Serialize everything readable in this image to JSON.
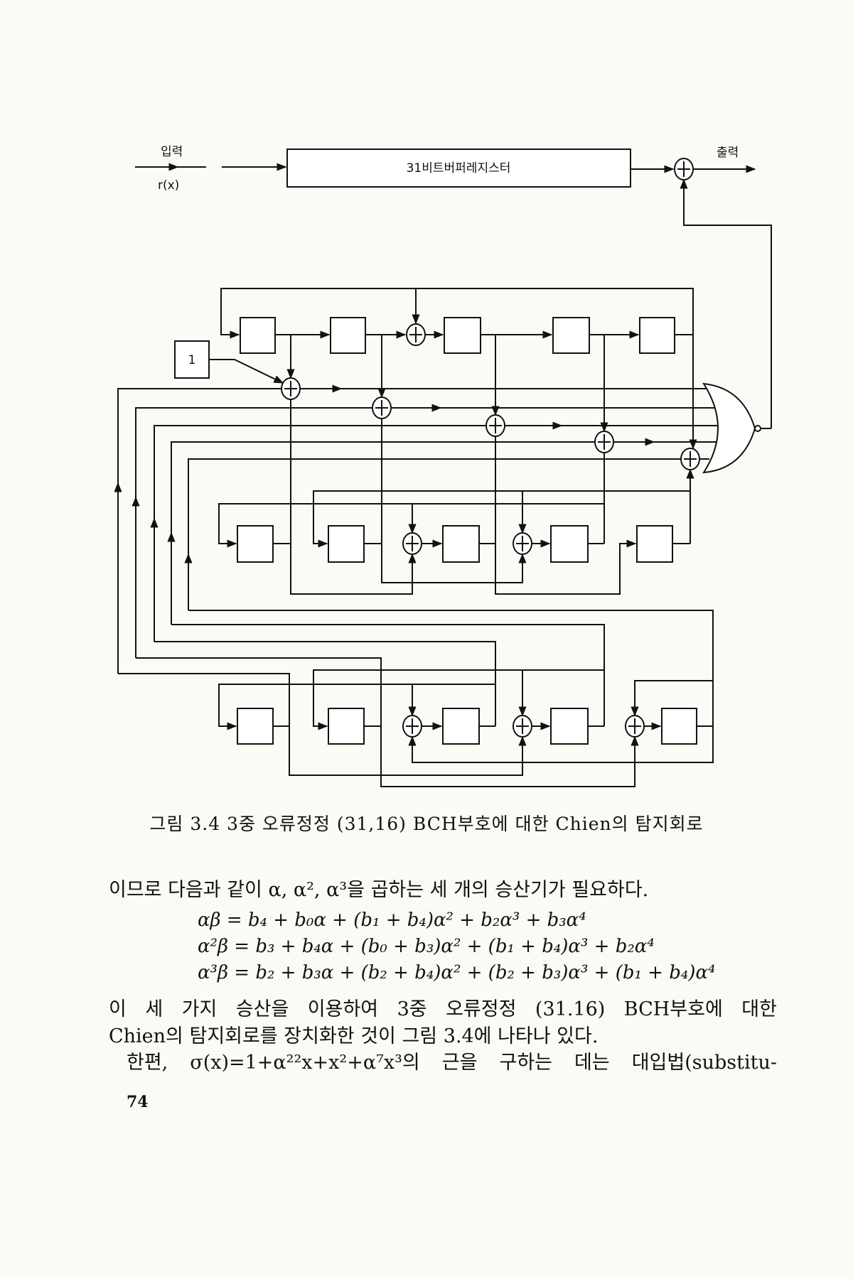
{
  "figure": {
    "input_label": "입력",
    "input_signal": "r(x)",
    "buffer_label": "31비트버퍼레지스터",
    "output_label": "출력",
    "constant_label": "1",
    "caption": "그림 3.4  3중 오류정정 (31,16) BCH부호에 대한 Chien의 탐지회로"
  },
  "body": {
    "intro": "이므로 다음과 같이 α, α², α³을 곱하는 세 개의 승산기가 필요하다.",
    "equations": [
      "αβ = b₄ + b₀α + (b₁ + b₄)α² + b₂α³ + b₃α⁴",
      "α²β = b₃ + b₄α + (b₀ + b₃)α² + (b₁ + b₄)α³ + b₂α⁴",
      "α³β = b₂ + b₃α + (b₂ + b₄)α² + (b₂ + b₃)α³ + (b₁ + b₄)α⁴"
    ],
    "paragraph_lines": [
      "이 세 가지 승산을 이용하여 3중 오류정정 (31.16) BCH부호에 대한",
      "Chien의 탐지회로를 장치화한 것이 그림 3.4에 나타나 있다.",
      "한편, σ(x)=1+α²²x+x²+α⁷x³의 근을 구하는 데는 대입법(substitu-"
    ]
  },
  "page_number": "74"
}
